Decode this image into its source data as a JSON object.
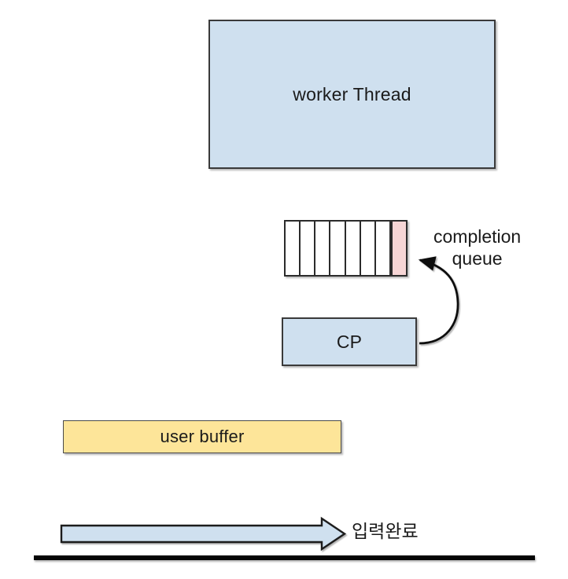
{
  "diagram": {
    "title": "worker thread completion port diagram",
    "colors": {
      "box_blue": "#cfe0ef",
      "box_yellow": "#fde599",
      "queue_filled_pink": "#f6d5d5",
      "stroke": "#2b2b2b",
      "baseline": "#050505"
    },
    "nodes": {
      "worker_thread": {
        "label": "worker Thread"
      },
      "cp": {
        "label": "CP"
      },
      "user_buffer": {
        "label": "user buffer"
      }
    },
    "completion_queue": {
      "label_line1": "completion",
      "label_line2": "queue",
      "cell_count": 8,
      "filled_index": 7,
      "cells": [
        "",
        "",
        "",
        "",
        "",
        "",
        "",
        ""
      ]
    },
    "annotations": {
      "input_complete": "입력완료"
    },
    "arrows": [
      {
        "name": "user-buffer-to-worker-thread",
        "from": "user buffer",
        "to": "worker Thread"
      },
      {
        "name": "queue-to-worker-thread",
        "from": "completion queue",
        "to": "worker Thread"
      },
      {
        "name": "input-bar-to-cp",
        "from": "입력완료 bar",
        "to": "CP"
      },
      {
        "name": "cp-to-completion-queue",
        "from": "CP",
        "to": "completion queue"
      },
      {
        "name": "input-bar-to-user-buffer-1",
        "from": "입력완료 bar",
        "to": "user buffer"
      },
      {
        "name": "input-bar-to-user-buffer-2",
        "from": "입력완료 bar",
        "to": "user buffer"
      },
      {
        "name": "input-bar-to-user-buffer-3",
        "from": "입력완료 bar",
        "to": "user buffer"
      },
      {
        "name": "input-complete-bar",
        "from": "start",
        "to": "입력완료"
      }
    ]
  }
}
